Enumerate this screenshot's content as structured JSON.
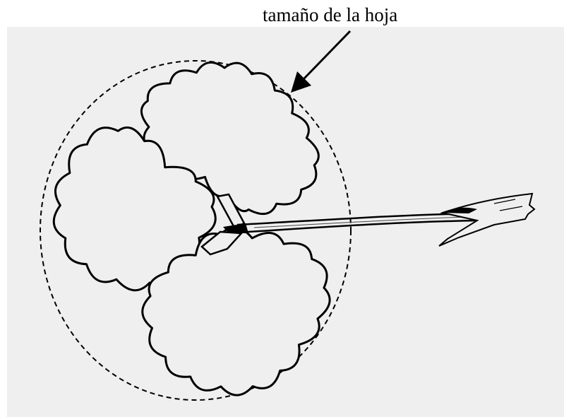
{
  "caption": "tamaño de la hoja",
  "colors": {
    "ink": "#000000",
    "paper": "#efefef",
    "page": "#ffffff"
  },
  "leaflets": [
    {
      "name": "upper-leaflet",
      "scallops": 17
    },
    {
      "name": "left-leaflet",
      "scallops": 14
    },
    {
      "name": "lower-leaflet",
      "scallops": 16
    }
  ]
}
